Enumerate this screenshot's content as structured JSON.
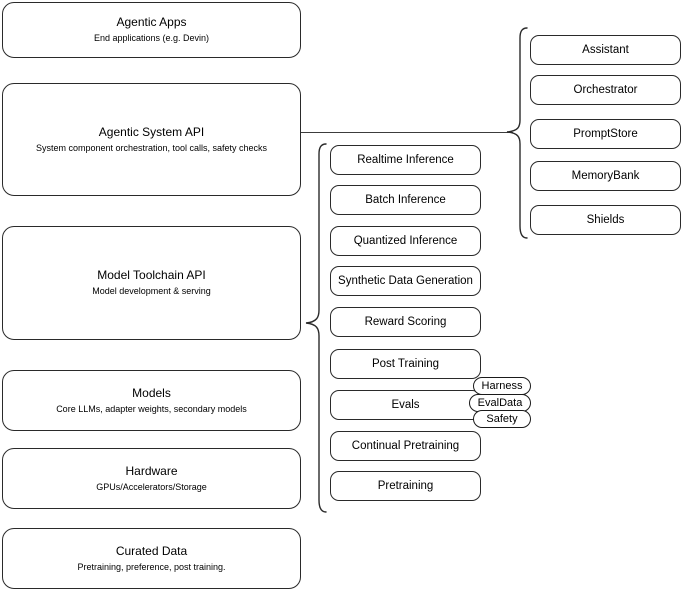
{
  "diagram": {
    "type": "layered-architecture-diagram",
    "background_color": "#ffffff",
    "stroke_color": "#2a2a2a",
    "text_color": "#000000"
  },
  "stack": {
    "name": "platform-layers",
    "layers": [
      {
        "id": "agentic-apps",
        "title": "Agentic Apps",
        "subtitle": "End applications (e.g. Devin)"
      },
      {
        "id": "agentic-system-api",
        "title": "Agentic System API",
        "subtitle": "System component orchestration, tool calls, safety checks"
      },
      {
        "id": "model-toolchain-api",
        "title": "Model Toolchain API",
        "subtitle": "Model development & serving"
      },
      {
        "id": "models",
        "title": "Models",
        "subtitle": "Core LLMs, adapter weights, secondary models"
      },
      {
        "id": "hardware",
        "title": "Hardware",
        "subtitle": "GPUs/Accelerators/Storage"
      },
      {
        "id": "curated-data",
        "title": "Curated Data",
        "subtitle": "Pretraining, preference, post training."
      }
    ]
  },
  "toolchain_capabilities": {
    "name": "model-toolchain-capabilities",
    "items": [
      {
        "id": "realtime-inference",
        "label": "Realtime Inference"
      },
      {
        "id": "batch-inference",
        "label": "Batch Inference"
      },
      {
        "id": "quantized-inference",
        "label": "Quantized Inference"
      },
      {
        "id": "synthetic-data-generation",
        "label": "Synthetic Data Generation"
      },
      {
        "id": "reward-scoring",
        "label": "Reward Scoring"
      },
      {
        "id": "post-training",
        "label": "Post Training"
      },
      {
        "id": "evals",
        "label": "Evals"
      },
      {
        "id": "continual-pretraining",
        "label": "Continual Pretraining"
      },
      {
        "id": "pretraining",
        "label": "Pretraining"
      }
    ]
  },
  "evals_subcomponents": {
    "name": "evals-subcomponents",
    "items": [
      {
        "id": "harness",
        "label": "Harness"
      },
      {
        "id": "evaldata",
        "label": "EvalData"
      },
      {
        "id": "safety",
        "label": "Safety"
      }
    ]
  },
  "system_components": {
    "name": "agentic-system-components",
    "items": [
      {
        "id": "assistant",
        "label": "Assistant"
      },
      {
        "id": "orchestrator",
        "label": "Orchestrator"
      },
      {
        "id": "promptstore",
        "label": "PromptStore"
      },
      {
        "id": "memorybank",
        "label": "MemoryBank"
      },
      {
        "id": "shields",
        "label": "Shields"
      }
    ]
  }
}
